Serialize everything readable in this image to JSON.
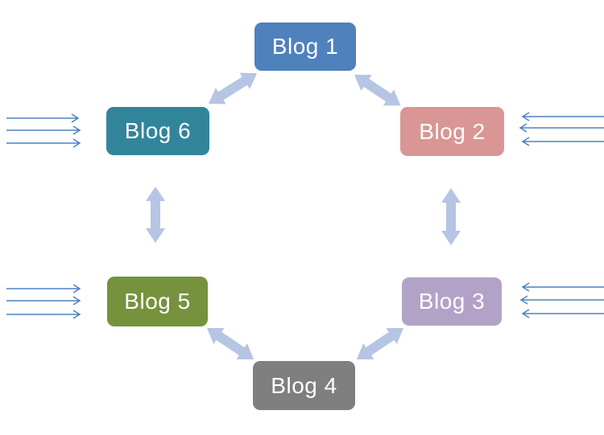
{
  "diagram": {
    "type": "cycle-network",
    "nodes": [
      {
        "id": "blog-1",
        "label": "Blog 1",
        "color": "#4F81BD"
      },
      {
        "id": "blog-2",
        "label": "Blog 2",
        "color": "#D99694"
      },
      {
        "id": "blog-3",
        "label": "Blog 3",
        "color": "#B3A2C7"
      },
      {
        "id": "blog-4",
        "label": "Blog 4",
        "color": "#7F7F7F"
      },
      {
        "id": "blog-5",
        "label": "Blog 5",
        "color": "#76923D"
      },
      {
        "id": "blog-6",
        "label": "Blog 6",
        "color": "#31859B"
      }
    ],
    "connections": [
      {
        "from": "Blog 6",
        "to": "Blog 1",
        "type": "bidirectional"
      },
      {
        "from": "Blog 1",
        "to": "Blog 2",
        "type": "bidirectional"
      },
      {
        "from": "Blog 6",
        "to": "Blog 5",
        "type": "bidirectional"
      },
      {
        "from": "Blog 2",
        "to": "Blog 3",
        "type": "bidirectional"
      },
      {
        "from": "Blog 5",
        "to": "Blog 4",
        "type": "bidirectional"
      },
      {
        "from": "Blog 3",
        "to": "Blog 4",
        "type": "bidirectional"
      }
    ],
    "inbound_arrow_groups": [
      {
        "target": "Blog 6",
        "side": "left",
        "count": 3
      },
      {
        "target": "Blog 2",
        "side": "right",
        "count": 3
      },
      {
        "target": "Blog 5",
        "side": "left",
        "count": 3
      },
      {
        "target": "Blog 3",
        "side": "right",
        "count": 3
      }
    ],
    "colors": {
      "connector": "#B5C5E3",
      "inbound_arrow": "#4F81BD",
      "background": "#FFFFFF",
      "node_text": "#FFFFFF"
    }
  }
}
